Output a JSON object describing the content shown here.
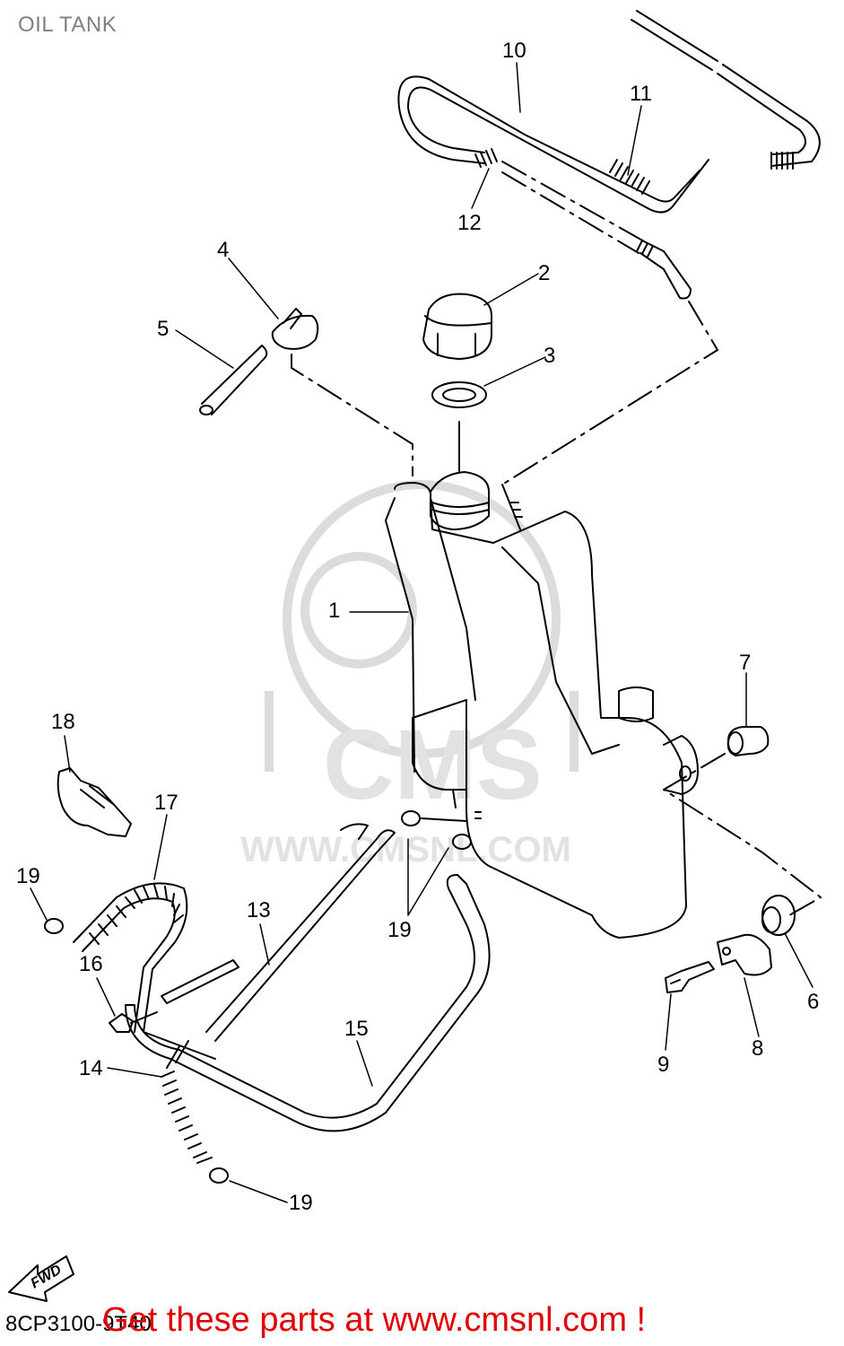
{
  "title": "OIL TANK",
  "watermark": {
    "text": "CMS",
    "url": "WWW.CMSNL.COM",
    "color": "#dcdcdc"
  },
  "labels": {
    "l1": "1",
    "l2": "2",
    "l3": "3",
    "l4": "4",
    "l5": "5",
    "l6": "6",
    "l7": "7",
    "l8": "8",
    "l9": "9",
    "l10": "10",
    "l11": "11",
    "l12": "12",
    "l13": "13",
    "l14": "14",
    "l15": "15",
    "l16": "16",
    "l17": "17",
    "l18": "18",
    "l19a": "19",
    "l19b": "19",
    "l19c": "19"
  },
  "fwd_badge": "FWD",
  "diagram_code": "8CP3100-9T40",
  "promo_text": "Get these parts at www.cmsnl.com !",
  "colors": {
    "promo": "#e00000",
    "title": "#808080",
    "lines": "#000000"
  }
}
